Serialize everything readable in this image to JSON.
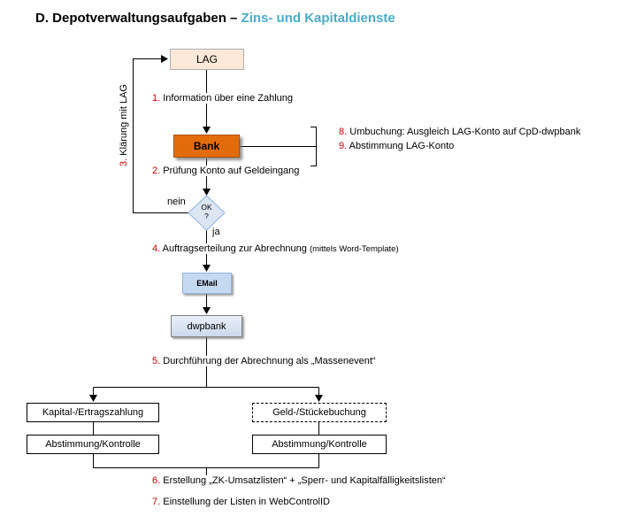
{
  "title": {
    "prefix": "D. Depotverwaltungsaufgaben – ",
    "suffix": "Zins- und Kapitaldienste"
  },
  "colors": {
    "title_accent": "#4BACC6",
    "step_number_red": "#C00000",
    "bank_fill": "#E36C0A",
    "lag_fill": "#FCE9DA",
    "email_fill": "#C5D9F1",
    "dwpbank_fill": "#D9E2F0",
    "decision_fill": "#DCE6F2",
    "line_color": "#000000"
  },
  "nodes": {
    "lag": {
      "label": "LAG"
    },
    "bank": {
      "label": "Bank"
    },
    "decision": {
      "line1": "OK",
      "line2": "?"
    },
    "email": {
      "label": "EMail"
    },
    "dwpbank": {
      "label": "dwpbank"
    },
    "kapital": {
      "label": "Kapital-/Ertragszahlung"
    },
    "geld": {
      "label": "Geld-/Stückebuchung"
    },
    "abstimmung_left": {
      "label": "Abstimmung/Kontrolle"
    },
    "abstimmung_right": {
      "label": "Abstimmung/Kontrolle"
    }
  },
  "edge_labels": {
    "nein": "nein",
    "ja": "ja"
  },
  "side_label": {
    "num": "3.",
    "text": " Klärung mit LAG"
  },
  "steps": {
    "s1": {
      "num": "1.",
      "text": " Information über eine Zahlung"
    },
    "s2": {
      "num": "2.",
      "text": " Prüfung Konto auf Geldeingang"
    },
    "s4": {
      "num": "4.",
      "text": " Auftragserteilung zur Abrechnung ",
      "note": "(mittels Word-Template)"
    },
    "s5": {
      "num": "5.",
      "text": " Durchführung der Abrechnung als „Massenevent“"
    },
    "s6": {
      "num": "6.",
      "text": " Erstellung „ZK-Umsatzlisten“ + „Sperr- und Kapitalfälligkeitslisten“"
    },
    "s7": {
      "num": "7.",
      "text": " Einstellung der Listen in WebControlID"
    },
    "s8": {
      "num": "8.",
      "text": " Umbuchung: Ausgleich LAG-Konto auf CpD-dwpbank"
    },
    "s9": {
      "num": "9.",
      "text": " Abstimmung LAG-Konto"
    }
  }
}
